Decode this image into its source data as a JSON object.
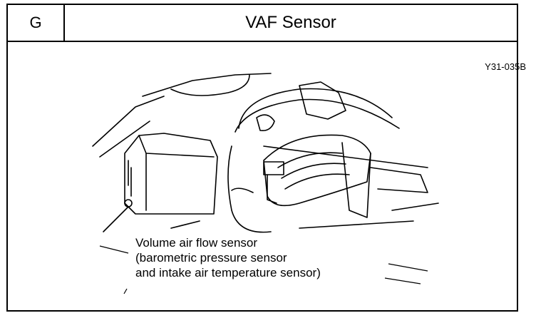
{
  "header": {
    "section": "G",
    "title": "VAF Sensor"
  },
  "figure": {
    "id": "Y31-035B",
    "caption": {
      "line1": "Volume air flow sensor",
      "line2": "(barometric pressure sensor",
      "line3": "and intake air temperature sensor)"
    }
  }
}
